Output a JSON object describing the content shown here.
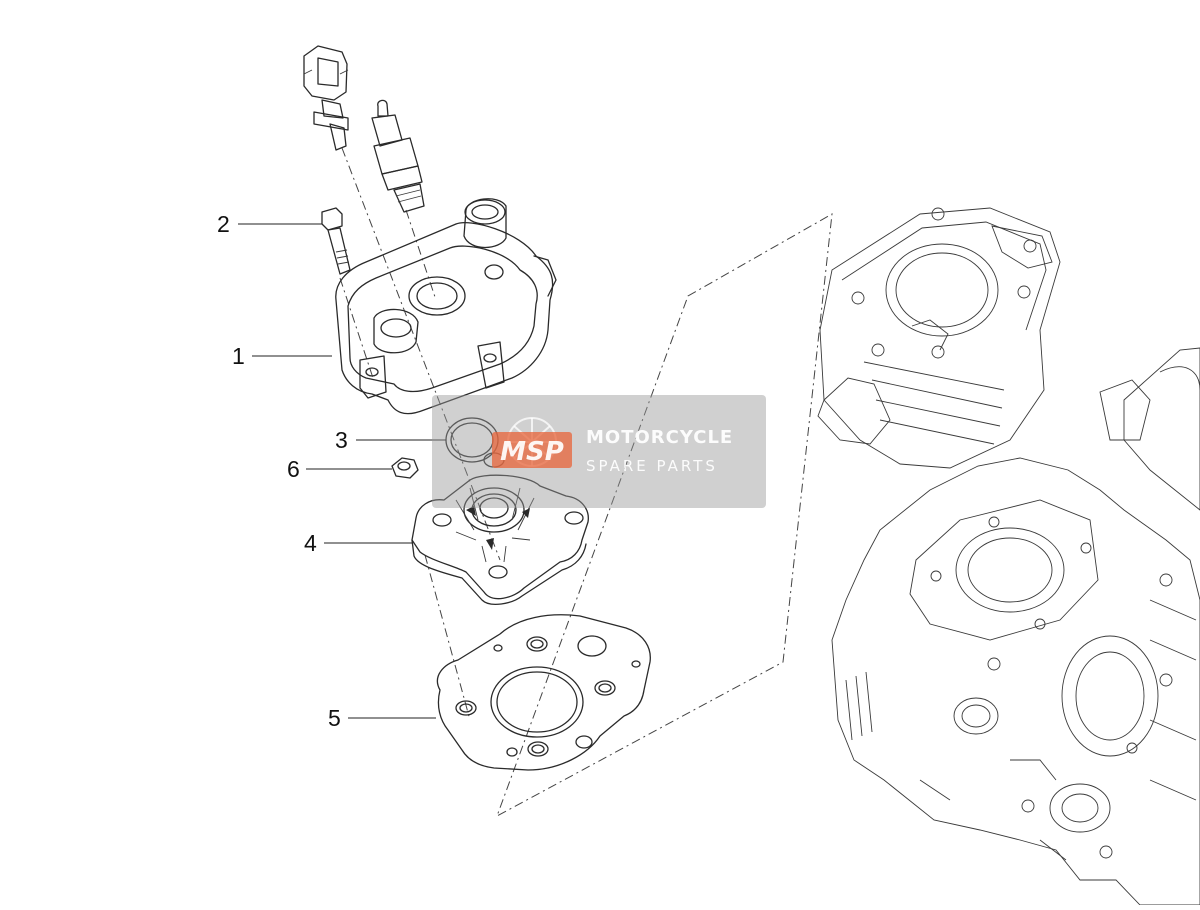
{
  "diagram": {
    "callouts": [
      {
        "id": "1",
        "label": "1"
      },
      {
        "id": "2",
        "label": "2"
      },
      {
        "id": "3",
        "label": "3"
      },
      {
        "id": "4",
        "label": "4"
      },
      {
        "id": "5",
        "label": "5"
      },
      {
        "id": "6",
        "label": "6"
      }
    ]
  },
  "watermark": {
    "logo_text": "MSP",
    "line1": "MOTORCYCLE",
    "line2": "SPARE PARTS",
    "badge_color": "#e8643a"
  }
}
